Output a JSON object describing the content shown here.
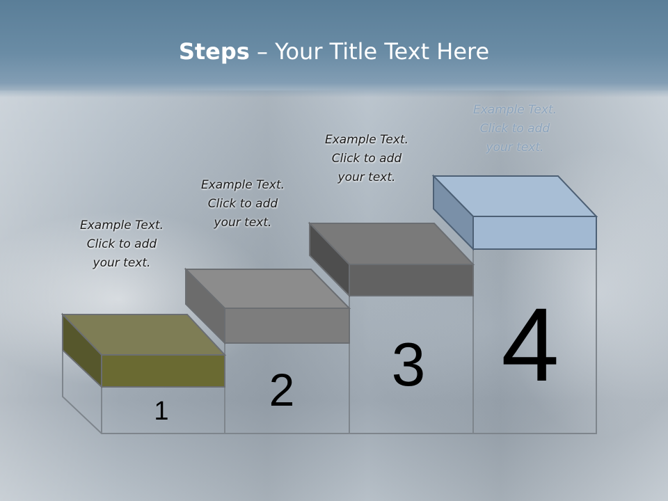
{
  "slide": {
    "title_bold": "Steps",
    "title_rest": " – Your Title Text Here",
    "steps": [
      {
        "number": "1",
        "text_line1": "Example Text.",
        "text_line2": "Click  to add",
        "text_line3": "your text.",
        "color": "#5f6030"
      },
      {
        "number": "2",
        "text_line1": "Example Text.",
        "text_line2": "Click  to add",
        "text_line3": "your text.",
        "color": "#7a7a7a"
      },
      {
        "number": "3",
        "text_line1": "Example Text.",
        "text_line2": "Click  to add",
        "text_line3": "your text.",
        "color": "#5c5c5c"
      },
      {
        "number": "4",
        "text_line1": "Example Text.",
        "text_line2": "Click  to add",
        "text_line3": "your text.",
        "color": "#a2b9d2"
      }
    ]
  }
}
